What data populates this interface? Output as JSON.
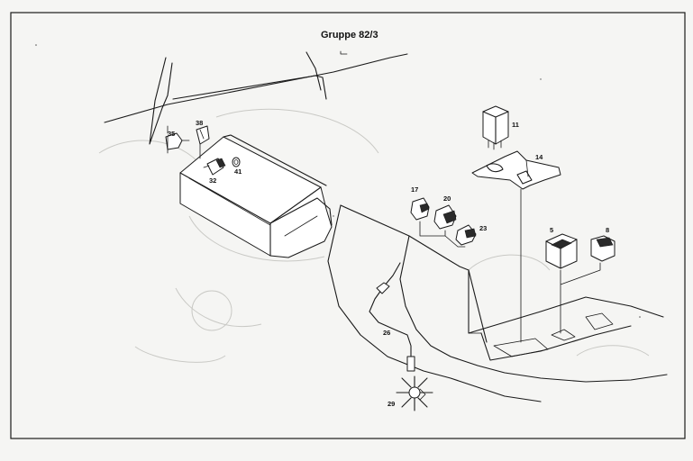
{
  "diagram": {
    "title": "Gruppe 82/3",
    "parts": [
      {
        "number": "35"
      },
      {
        "number": "38"
      },
      {
        "number": "32"
      },
      {
        "number": "41"
      },
      {
        "number": "11"
      },
      {
        "number": "14"
      },
      {
        "number": "17"
      },
      {
        "number": "20"
      },
      {
        "number": "23"
      },
      {
        "number": "5"
      },
      {
        "number": "8"
      },
      {
        "number": "26"
      },
      {
        "number": "29"
      }
    ]
  },
  "colors": {
    "ink": "#1a1a1a",
    "paper": "#f5f5f3",
    "frame": "#1a1a1a"
  }
}
